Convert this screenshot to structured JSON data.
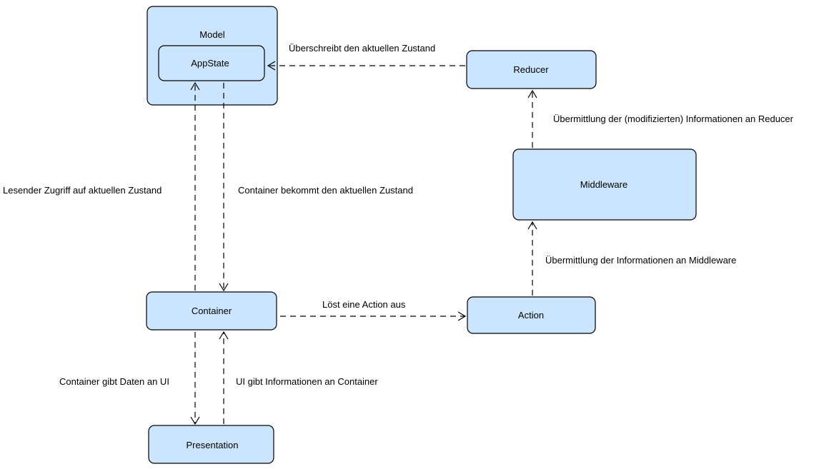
{
  "colors": {
    "node_fill": "#cce5ff",
    "stroke": "#000000",
    "background": "#ffffff"
  },
  "nodes": {
    "model": {
      "label": "Model"
    },
    "appstate": {
      "label": "AppState"
    },
    "reducer": {
      "label": "Reducer"
    },
    "middleware": {
      "label": "Middleware"
    },
    "container": {
      "label": "Container"
    },
    "action": {
      "label": "Action"
    },
    "presentation": {
      "label": "Presentation"
    }
  },
  "edges": {
    "reducer_to_appstate": {
      "label": "Überschreibt den aktuellen Zustand"
    },
    "container_to_appstate": {
      "label": "Lesender Zugriff auf aktuellen Zustand"
    },
    "appstate_to_container": {
      "label": "Container bekommt den aktuellen Zustand"
    },
    "middleware_to_reducer": {
      "label": "Übermittlung der (modifizierten) Informationen an Reducer"
    },
    "action_to_middleware": {
      "label": "Übermittlung der Informationen an Middleware"
    },
    "container_to_action": {
      "label": "Löst eine Action aus"
    },
    "container_to_presentation": {
      "label": "Container gibt Daten an UI"
    },
    "presentation_to_container": {
      "label": "UI gibt Informationen an Container"
    }
  }
}
